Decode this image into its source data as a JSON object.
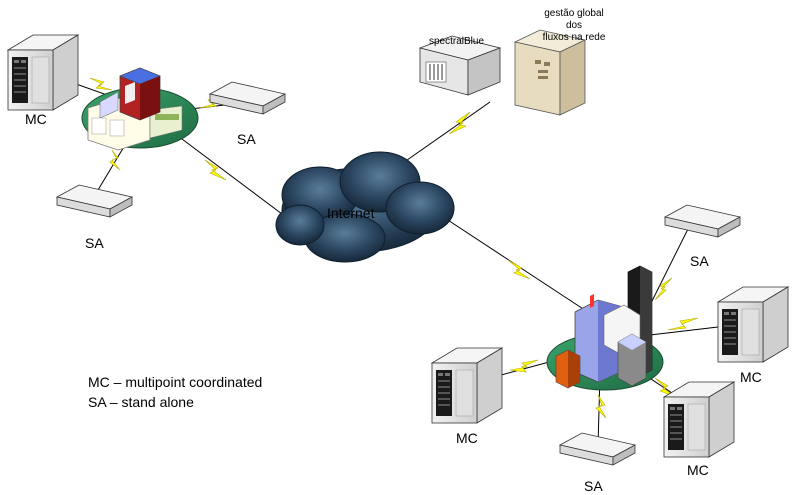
{
  "labels": {
    "mc_top_left": "MC",
    "sa_top_left_right": "SA",
    "sa_top_left_bottom": "SA",
    "internet": "Internet",
    "spectralblue": "spectralBlue",
    "gestao_line1": "gestão global",
    "gestao_line2": "dos",
    "gestao_line3": "fluxos na rede",
    "sa_right_top": "SA",
    "mc_right": "MC",
    "mc_bottom_left": "MC",
    "mc_bottom_right": "MC",
    "sa_bottom": "SA"
  },
  "legend": {
    "mc": "MC – multipoint coordinated",
    "sa": "SA – stand alone"
  },
  "colors": {
    "lightning": "#ffff00",
    "link_line": "#000000",
    "site_base": "#2e8b57",
    "cloud": "#2b4660",
    "server": "#e6e6e6",
    "terminal": "#efefef",
    "mainframe": "#e8dcc0"
  },
  "icons": {
    "mc": "server-tower-icon",
    "sa": "stand-alone-terminal-icon",
    "site": "building-site-icon",
    "cloud": "internet-cloud-icon",
    "mainframe": "management-server-icon"
  }
}
